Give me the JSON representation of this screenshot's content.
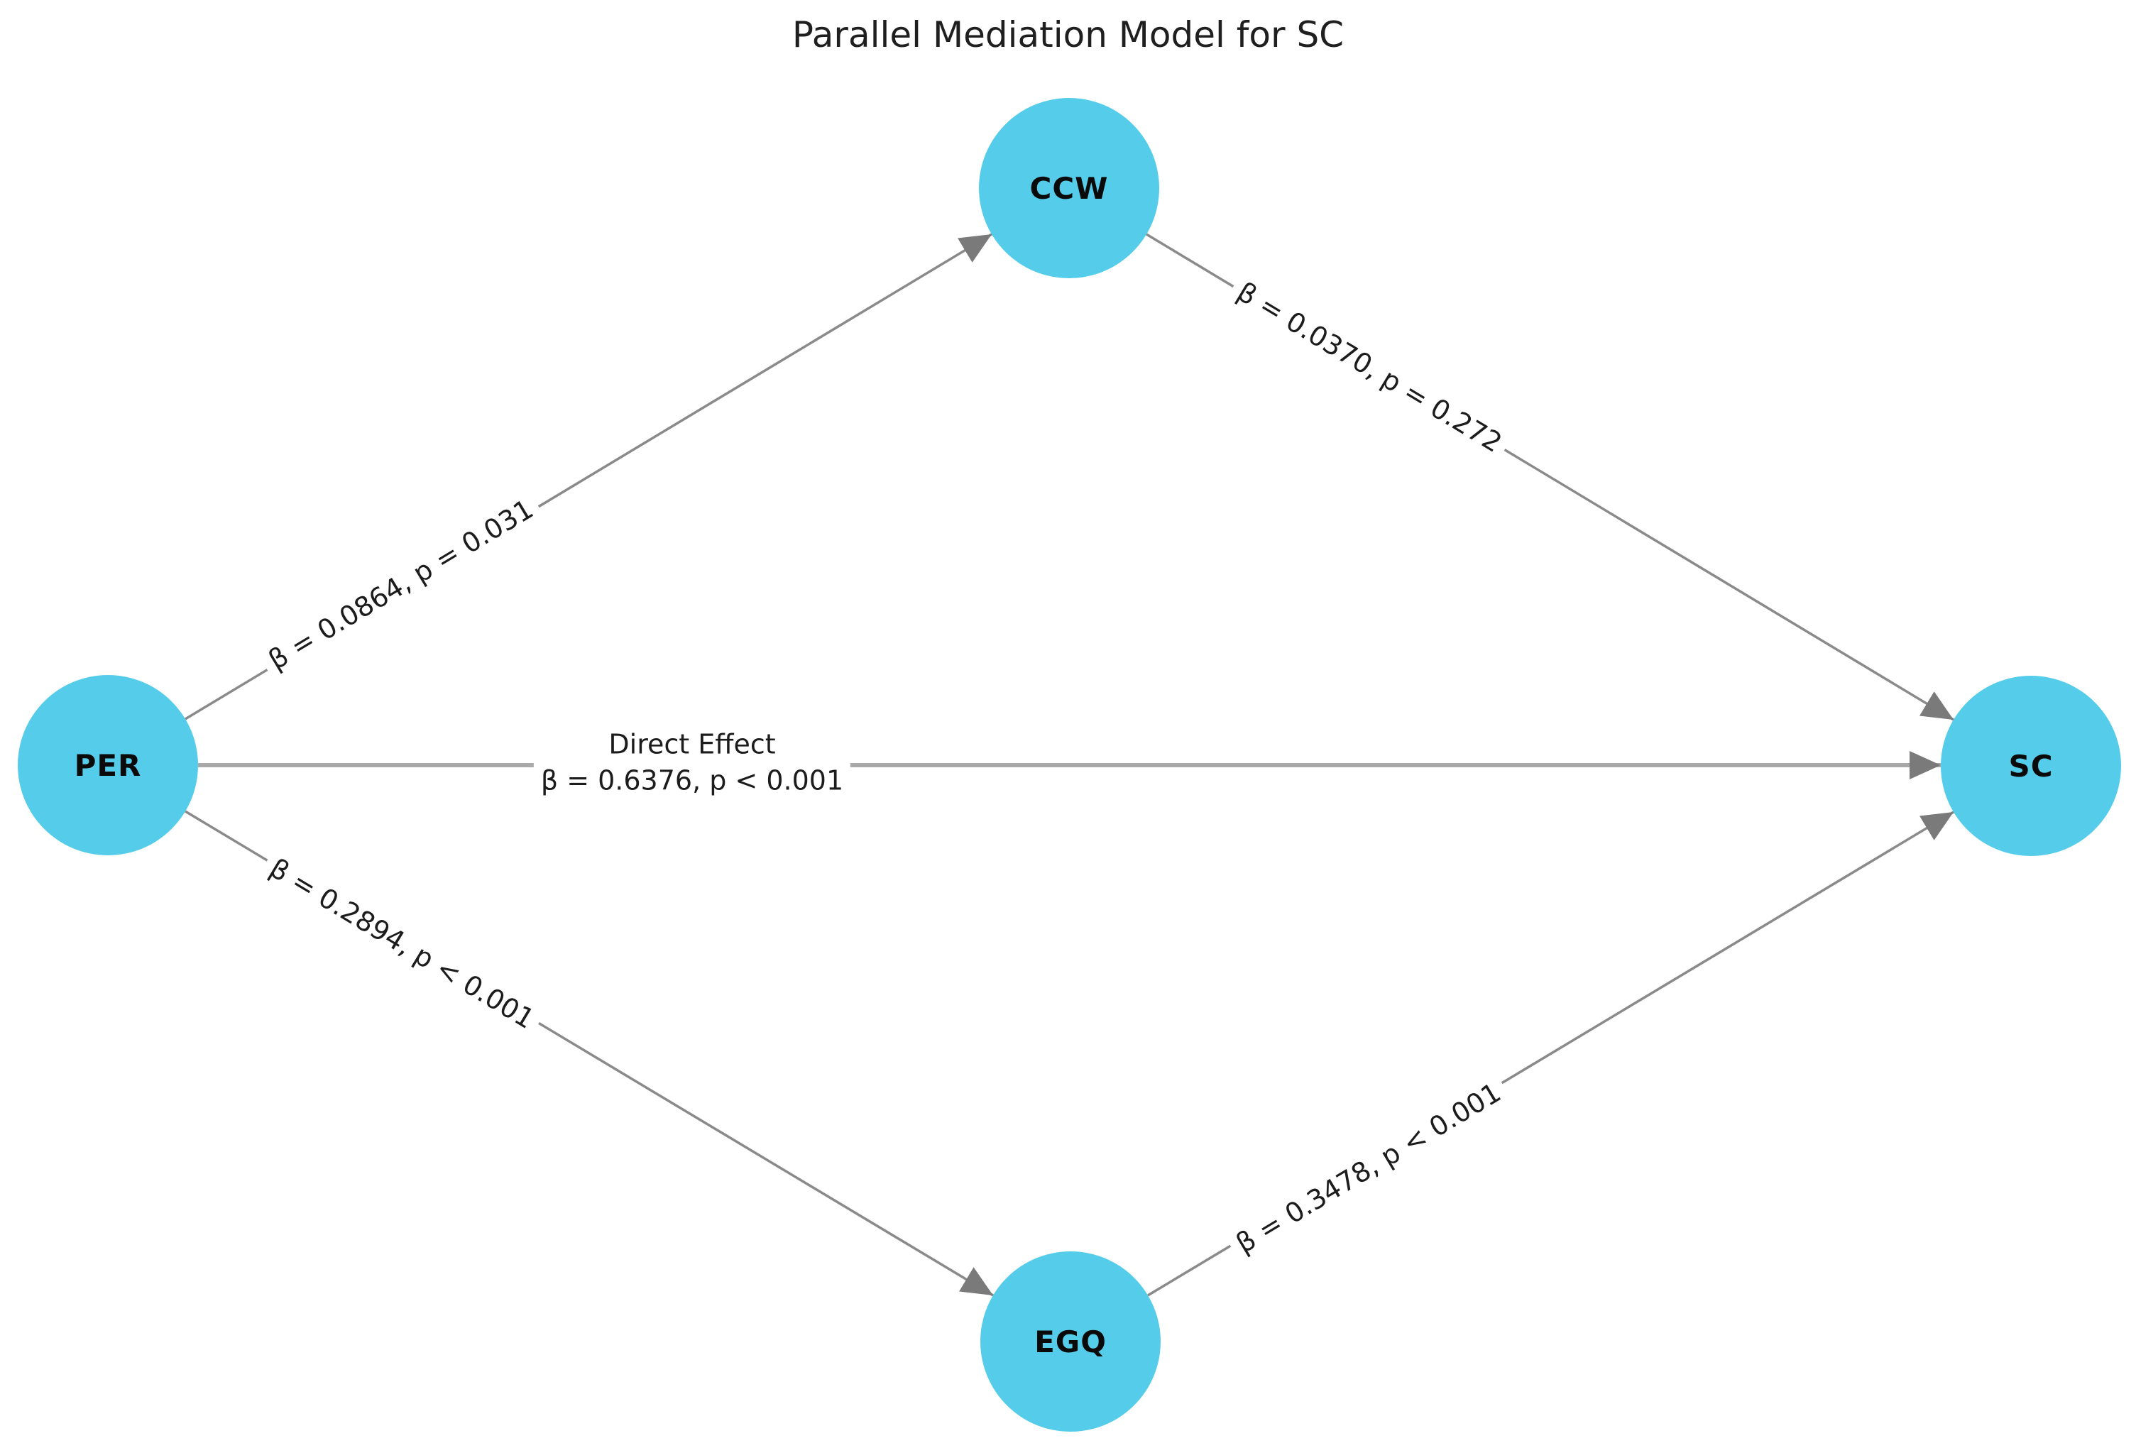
{
  "title": "Parallel Mediation Model for SC",
  "colors": {
    "node_fill": "#55cdea",
    "mediated_edge_line": "#8a8a8a",
    "direct_edge_line": "#a9a9a9",
    "arrowhead": "#7a7a7a",
    "label_text": "#1c1c1c"
  },
  "nodes": [
    {
      "id": "PER",
      "label": "PER"
    },
    {
      "id": "CCW",
      "label": "CCW"
    },
    {
      "id": "EGQ",
      "label": "EGQ"
    },
    {
      "id": "SC",
      "label": "SC"
    }
  ],
  "edges": [
    {
      "from": "PER",
      "to": "CCW",
      "label": "β = 0.0864, p = 0.031"
    },
    {
      "from": "CCW",
      "to": "SC",
      "label": "β = 0.0370, p = 0.272"
    },
    {
      "from": "PER",
      "to": "EGQ",
      "label": "β = 0.2894, p < 0.001"
    },
    {
      "from": "EGQ",
      "to": "SC",
      "label": "β = 0.3478, p < 0.001"
    },
    {
      "from": "PER",
      "to": "SC",
      "label_line1": "Direct Effect",
      "label_line2": "β = 0.6376, p < 0.001"
    }
  ]
}
